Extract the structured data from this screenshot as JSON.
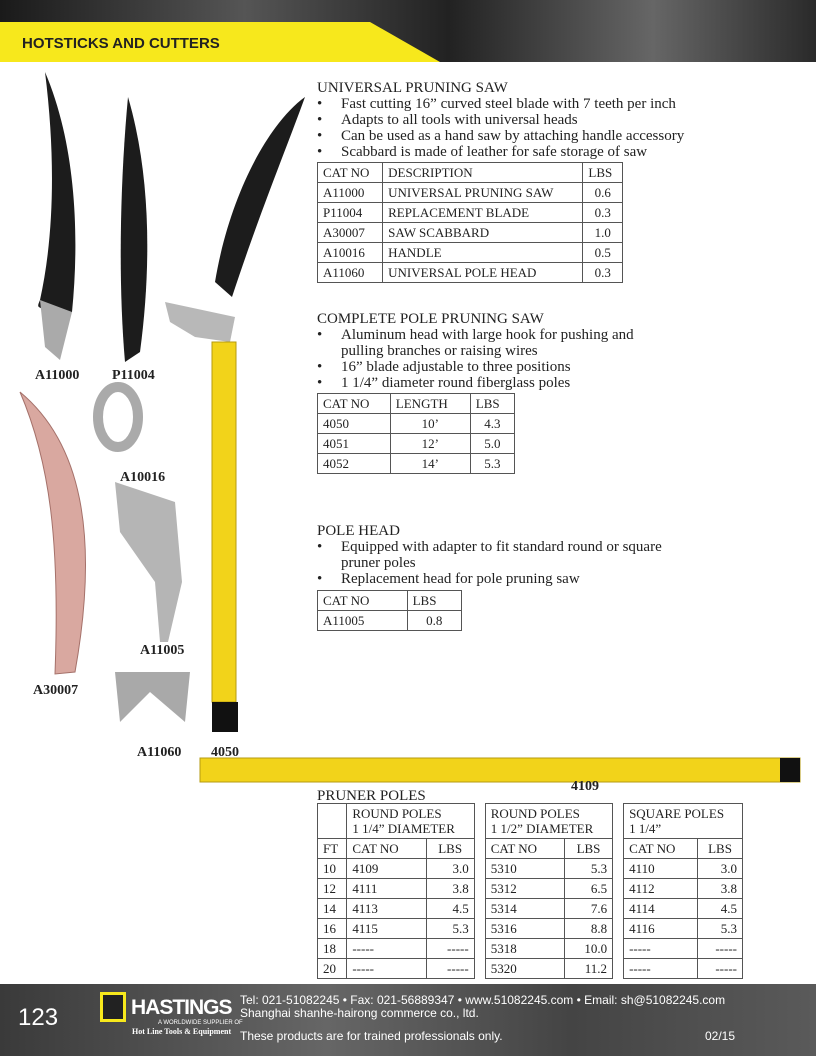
{
  "header": {
    "section": "HOTSTICKS AND CUTTERS"
  },
  "saw": {
    "title": "UNIVERSAL PRUNING SAW",
    "bullets": [
      "Fast cutting 16” curved steel blade with 7 teeth per inch",
      "Adapts to all tools with universal heads",
      "Can be used as a hand saw by attaching handle accessory",
      "Scabbard is made of leather for safe storage of saw"
    ],
    "headers": [
      "CAT NO",
      "DESCRIPTION",
      "LBS"
    ],
    "rows": [
      [
        "A11000",
        "UNIVERSAL PRUNING SAW",
        "0.6"
      ],
      [
        "P11004",
        "REPLACEMENT BLADE",
        "0.3"
      ],
      [
        "A30007",
        "SAW SCABBARD",
        "1.0"
      ],
      [
        "A10016",
        "HANDLE",
        "0.5"
      ],
      [
        "A11060",
        "UNIVERSAL POLE HEAD",
        "0.3"
      ]
    ]
  },
  "complete": {
    "title": "COMPLETE POLE PRUNING SAW",
    "bullets": [
      "Aluminum head with large hook for pushing and pulling branches or raising wires",
      "16” blade adjustable to three positions",
      "1 1/4” diameter round fiberglass poles"
    ],
    "headers": [
      "CAT NO",
      "LENGTH",
      "LBS"
    ],
    "rows": [
      [
        "4050",
        "10’",
        "4.3"
      ],
      [
        "4051",
        "12’",
        "5.0"
      ],
      [
        "4052",
        "14’",
        "5.3"
      ]
    ]
  },
  "polehead": {
    "title": "POLE HEAD",
    "bullets": [
      "Equipped with adapter to fit standard round or square pruner poles",
      "Replacement head for pole pruning saw"
    ],
    "headers": [
      "CAT NO",
      "LBS"
    ],
    "rows": [
      [
        "A11005",
        "0.8"
      ]
    ]
  },
  "pruner": {
    "title": "PRUNER POLES",
    "groups": [
      [
        "ROUND POLES",
        "1 1/4” DIAMETER"
      ],
      [
        "ROUND POLES",
        "1 1/2” DIAMETER"
      ],
      [
        "SQUARE POLES",
        "1 1/4”"
      ]
    ],
    "headers": [
      "FT",
      "CAT NO",
      "LBS",
      "CAT NO",
      "LBS",
      "CAT NO",
      "LBS"
    ],
    "rows": [
      [
        "10",
        "4109",
        "3.0",
        "5310",
        "5.3",
        "4110",
        "3.0"
      ],
      [
        "12",
        "4111",
        "3.8",
        "5312",
        "6.5",
        "4112",
        "3.8"
      ],
      [
        "14",
        "4113",
        "4.5",
        "5314",
        "7.6",
        "4114",
        "4.5"
      ],
      [
        "16",
        "4115",
        "5.3",
        "5316",
        "8.8",
        "4116",
        "5.3"
      ],
      [
        "18",
        "-----",
        "-----",
        "5318",
        "10.0",
        "-----",
        "-----"
      ],
      [
        "20",
        "-----",
        "-----",
        "5320",
        "11.2",
        "-----",
        "-----"
      ]
    ]
  },
  "labels": {
    "a11000": "A11000",
    "p11004": "P11004",
    "a10016": "A10016",
    "a11005": "A11005",
    "a30007": "A30007",
    "a11060": "A11060",
    "p4050": "4050",
    "p4109": "4109"
  },
  "footer": {
    "page": "123",
    "brand": "HASTINGS",
    "tagline1": "A WORLDWIDE SUPPLIER OF",
    "tagline2": "Hot Line Tools & Equipment",
    "contact": "Tel: 021-51082245  •  Fax: 021-56889347  •  www.51082245.com  •  Email: sh@51082245.com",
    "company": "Shanghai shanhe-hairong commerce co., ltd.",
    "disclaimer": "These products are for trained professionals only.",
    "date": "02/15"
  }
}
